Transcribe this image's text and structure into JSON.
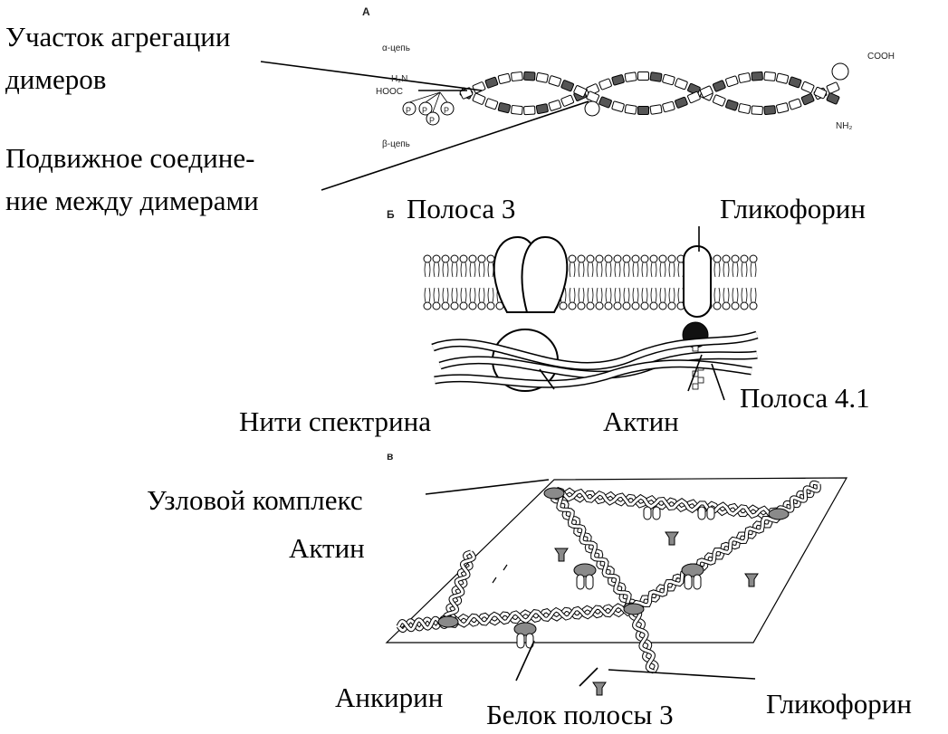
{
  "panel_a": {
    "letter": "A",
    "alpha_chain": "α-цепь",
    "beta_chain": "β-цепь",
    "h2n": "H₂N",
    "hooc": "HOOC",
    "cooh": "COOH",
    "nh2": "NH₂",
    "phosphate": "P",
    "label_aggregation_line1": "Участок агрегации",
    "label_aggregation_line2": "димеров",
    "label_joint_line1": "Подвижное соедине-",
    "label_joint_line2": "ние между димерами"
  },
  "panel_b": {
    "letter": "Б",
    "band3": "Полоса 3",
    "glycophorin": "Гликофорин",
    "spectrin": "Нити спектрина",
    "actin": "Актин",
    "band41": "Полоса 4.1"
  },
  "panel_c": {
    "letter": "в",
    "junction": "Узловой комплекс",
    "actin": "Актин",
    "ankyrin": "Анкирин",
    "band3_protein": "Белок полосы 3",
    "glycophorin": "Гликофорин"
  },
  "colors": {
    "ink": "#000000",
    "dark_segment": "#555555",
    "grey_protein": "#8a8a8a",
    "black_node": "#111111"
  }
}
